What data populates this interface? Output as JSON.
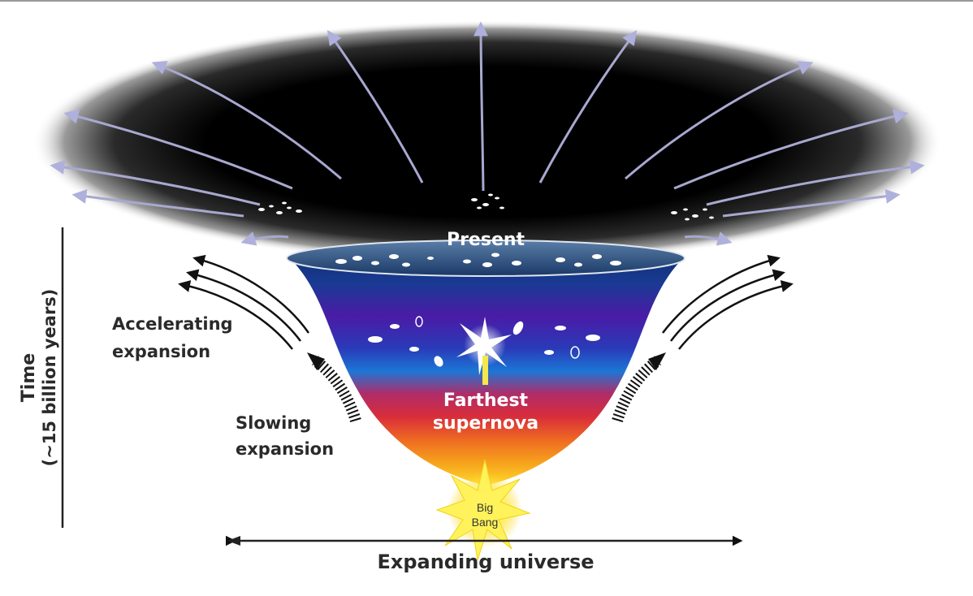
{
  "labels": {
    "present": "Present",
    "accelerating_line1": "Accelerating",
    "accelerating_line2": "expansion",
    "slowing_line1": "Slowing",
    "slowing_line2": "expansion",
    "farthest_line1": "Farthest",
    "farthest_line2": "supernova",
    "bigbang_line1": "Big",
    "bigbang_line2": "Bang",
    "time_line1": "Time",
    "time_line2": "(~15 billion years)",
    "expanding": "Expanding universe"
  },
  "colors": {
    "dark_region": "#000000",
    "arrow_lavender": "#a8a8d0",
    "funnel_top": "#123a88",
    "funnel_violet": "#4a1aa6",
    "funnel_blue": "#1c72d8",
    "funnel_red": "#d63340",
    "funnel_orange": "#f09a1a",
    "funnel_yellow": "#ffd62a",
    "label_text": "#2a2a2a"
  }
}
